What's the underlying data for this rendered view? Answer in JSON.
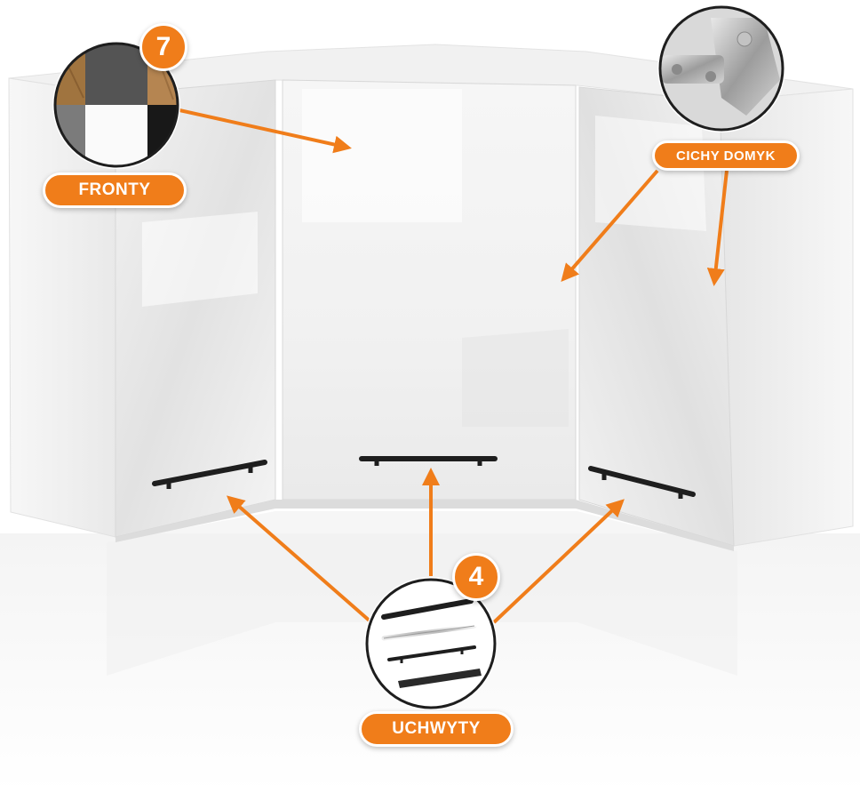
{
  "labels": {
    "fronty": "FRONTY",
    "cichy_domyk": "CICHY DOMYK",
    "uchwyty": "UCHWYTY"
  },
  "counts": {
    "fronty_variants": "7",
    "uchwyty_variants": "4"
  },
  "colors": {
    "accent_orange": "#f07d1a",
    "cabinet_white": "#ffffff",
    "handle_black": "#1e1e1e"
  },
  "front_swatches": [
    "wood-oak",
    "graphite",
    "wood-oak-light",
    "gray",
    "white",
    "black"
  ],
  "handle_variants": [
    "black-bar",
    "chrome-bar",
    "black-slim",
    "black-square"
  ]
}
